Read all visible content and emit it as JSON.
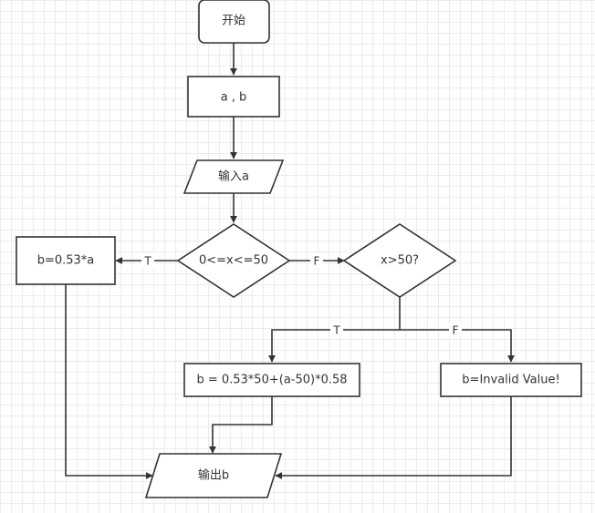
{
  "nodes": {
    "start": "开始",
    "declare": "a , b",
    "input": "输入a",
    "cond1": "0<=x<=50",
    "cond2": "x>50?",
    "calc1": "b=0.53*a",
    "calc2": "b = 0.53*50+(a-50)*0.58",
    "invalid": "b=Invalid Value!",
    "output": "输出b"
  },
  "edges": {
    "cond1_true": "T",
    "cond1_false": "F",
    "cond2_true": "T",
    "cond2_false": "F"
  }
}
